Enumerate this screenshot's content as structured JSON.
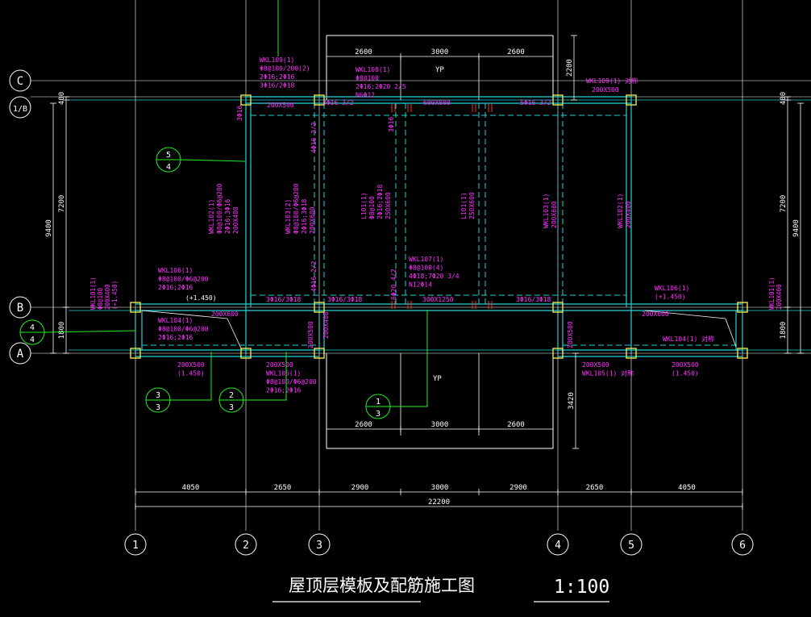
{
  "drawing": {
    "title": "屋顶层模板及配筋施工图",
    "scale": "1:100"
  },
  "colors": {
    "background": "#000000",
    "white": "#ffffff",
    "beam": "#24d2d2",
    "annotation": "#ff33ff",
    "callout": "#22ee22",
    "red": "#ff2b2b",
    "column": "#e8e850"
  },
  "axes_x": [
    {
      "label": "1"
    },
    {
      "label": "2"
    },
    {
      "label": "3"
    },
    {
      "label": "4"
    },
    {
      "label": "5"
    },
    {
      "label": "6"
    }
  ],
  "axes_y": [
    {
      "label": "C"
    },
    {
      "label": "1/B"
    },
    {
      "label": "B"
    },
    {
      "label": "A"
    }
  ],
  "bottom_dims": {
    "spans": [
      "4050",
      "2650",
      "2900",
      "3000",
      "2900",
      "2650",
      "4050"
    ],
    "total": "22200"
  },
  "side_dims": {
    "left": {
      "top": "400",
      "mid": "7200",
      "bottom": "1800",
      "total": "9400"
    },
    "right": {
      "top": "400",
      "mid": "7200",
      "bottom": "1800",
      "total": "9400"
    }
  },
  "top_canopy": {
    "spans": [
      "2600",
      "3000",
      "2600"
    ],
    "depth": "2200",
    "label": "YP"
  },
  "bottom_canopy": {
    "spans": [
      "2600",
      "3000",
      "2600"
    ],
    "depth": "3420",
    "label": "YP"
  },
  "callouts": [
    {
      "top": "5",
      "bottom": "4"
    },
    {
      "top": "4",
      "bottom": "4"
    },
    {
      "top": "3",
      "bottom": "3"
    },
    {
      "top": "2",
      "bottom": "3"
    },
    {
      "top": "1",
      "bottom": "3"
    }
  ],
  "labels": {
    "wkl109_left": [
      "WKL109(1)",
      "Φ8@100/200(2)",
      "2Φ16;2Φ16",
      "3Φ16/2Φ18"
    ],
    "wkl109_size_left": "200X500",
    "wkl108": [
      "WKL108(1)",
      "Φ8@100",
      "2Φ16;2Φ20 2/5",
      "N6Φ12"
    ],
    "wkl108_size": "600X800",
    "wkl109_right": "WKL109(1) 对称",
    "wkl109_size_right": "200X500",
    "top_rebar_left": "3Φ16 3/2",
    "top_rebar_right": "5Φ16 3/2",
    "l102_3": "3Φ16",
    "l102_4": "4Φ16 2/2",
    "wkl102": [
      "WKL102(1)",
      "Φ8@100/Φ6@200",
      "2Φ16;3Φ16",
      "200X400"
    ],
    "wkl103": [
      "WKL103(2)",
      "Φ8@100/Φ6@200",
      "2Φ16;3Φ18",
      "200X600"
    ],
    "l101_1": [
      "L101(1)",
      "Φ8@100",
      "2Φ16;2Φ18",
      "250X600"
    ],
    "l101_2": [
      "L101(1)",
      "250X600"
    ],
    "wkl103_r": [
      "WKL103(1)",
      "200X600"
    ],
    "wkl102_r": [
      "WKL102(1)",
      "200X400"
    ],
    "wkl106_left": [
      "WKL106(1)",
      "Φ8@100/Φ6@200",
      "2Φ16;2Φ16"
    ],
    "wkl106_right": [
      "WKL106(1)",
      "(+1.450)"
    ],
    "elev_left": "(+1.450)",
    "wkl107": [
      "WKL107(1)",
      "Φ8@100(4)",
      "4Φ18;7Φ20 3/4",
      "N12Φ14"
    ],
    "rebar_b_1": "3Φ16/3Φ18",
    "rebar_b_2": "3Φ16/3Φ18",
    "rebar_b_3": "3Φ16/3Φ18",
    "wkl107_size": "300X1250",
    "rebar_b_v1": "4Φ16 2/2",
    "rebar_b_v2": "6Φ20 4/2",
    "size_200x600_l": "200X600",
    "size_200x600_r": "200X600",
    "wkl104_left": [
      "WKL104(1)",
      "Φ8@100/Φ6@200",
      "2Φ16;2Φ16"
    ],
    "wkl104_right": "WKL104(1) 对称",
    "wkl101": [
      "WKL101(1)",
      "Φ8@100",
      "200X400",
      "(+1.450)"
    ],
    "wkl101_r": [
      "WKL101(1)",
      "200X400"
    ],
    "wkl105_left": [
      "200X500",
      "WKL105(1)",
      "Φ8@100/Φ6@200",
      "2Φ16;2Φ16"
    ],
    "wkl105_right": [
      "200X500",
      "WKL105(1) 对称"
    ],
    "bottom_left_size": [
      "200X500",
      "(1.450)"
    ],
    "bottom_right_size": [
      "200X500",
      "(1.450)"
    ],
    "size_200x500_v_l": "200X500",
    "size_200x500_v_r": "200X500",
    "size_200x500_v_3": "200X400"
  }
}
